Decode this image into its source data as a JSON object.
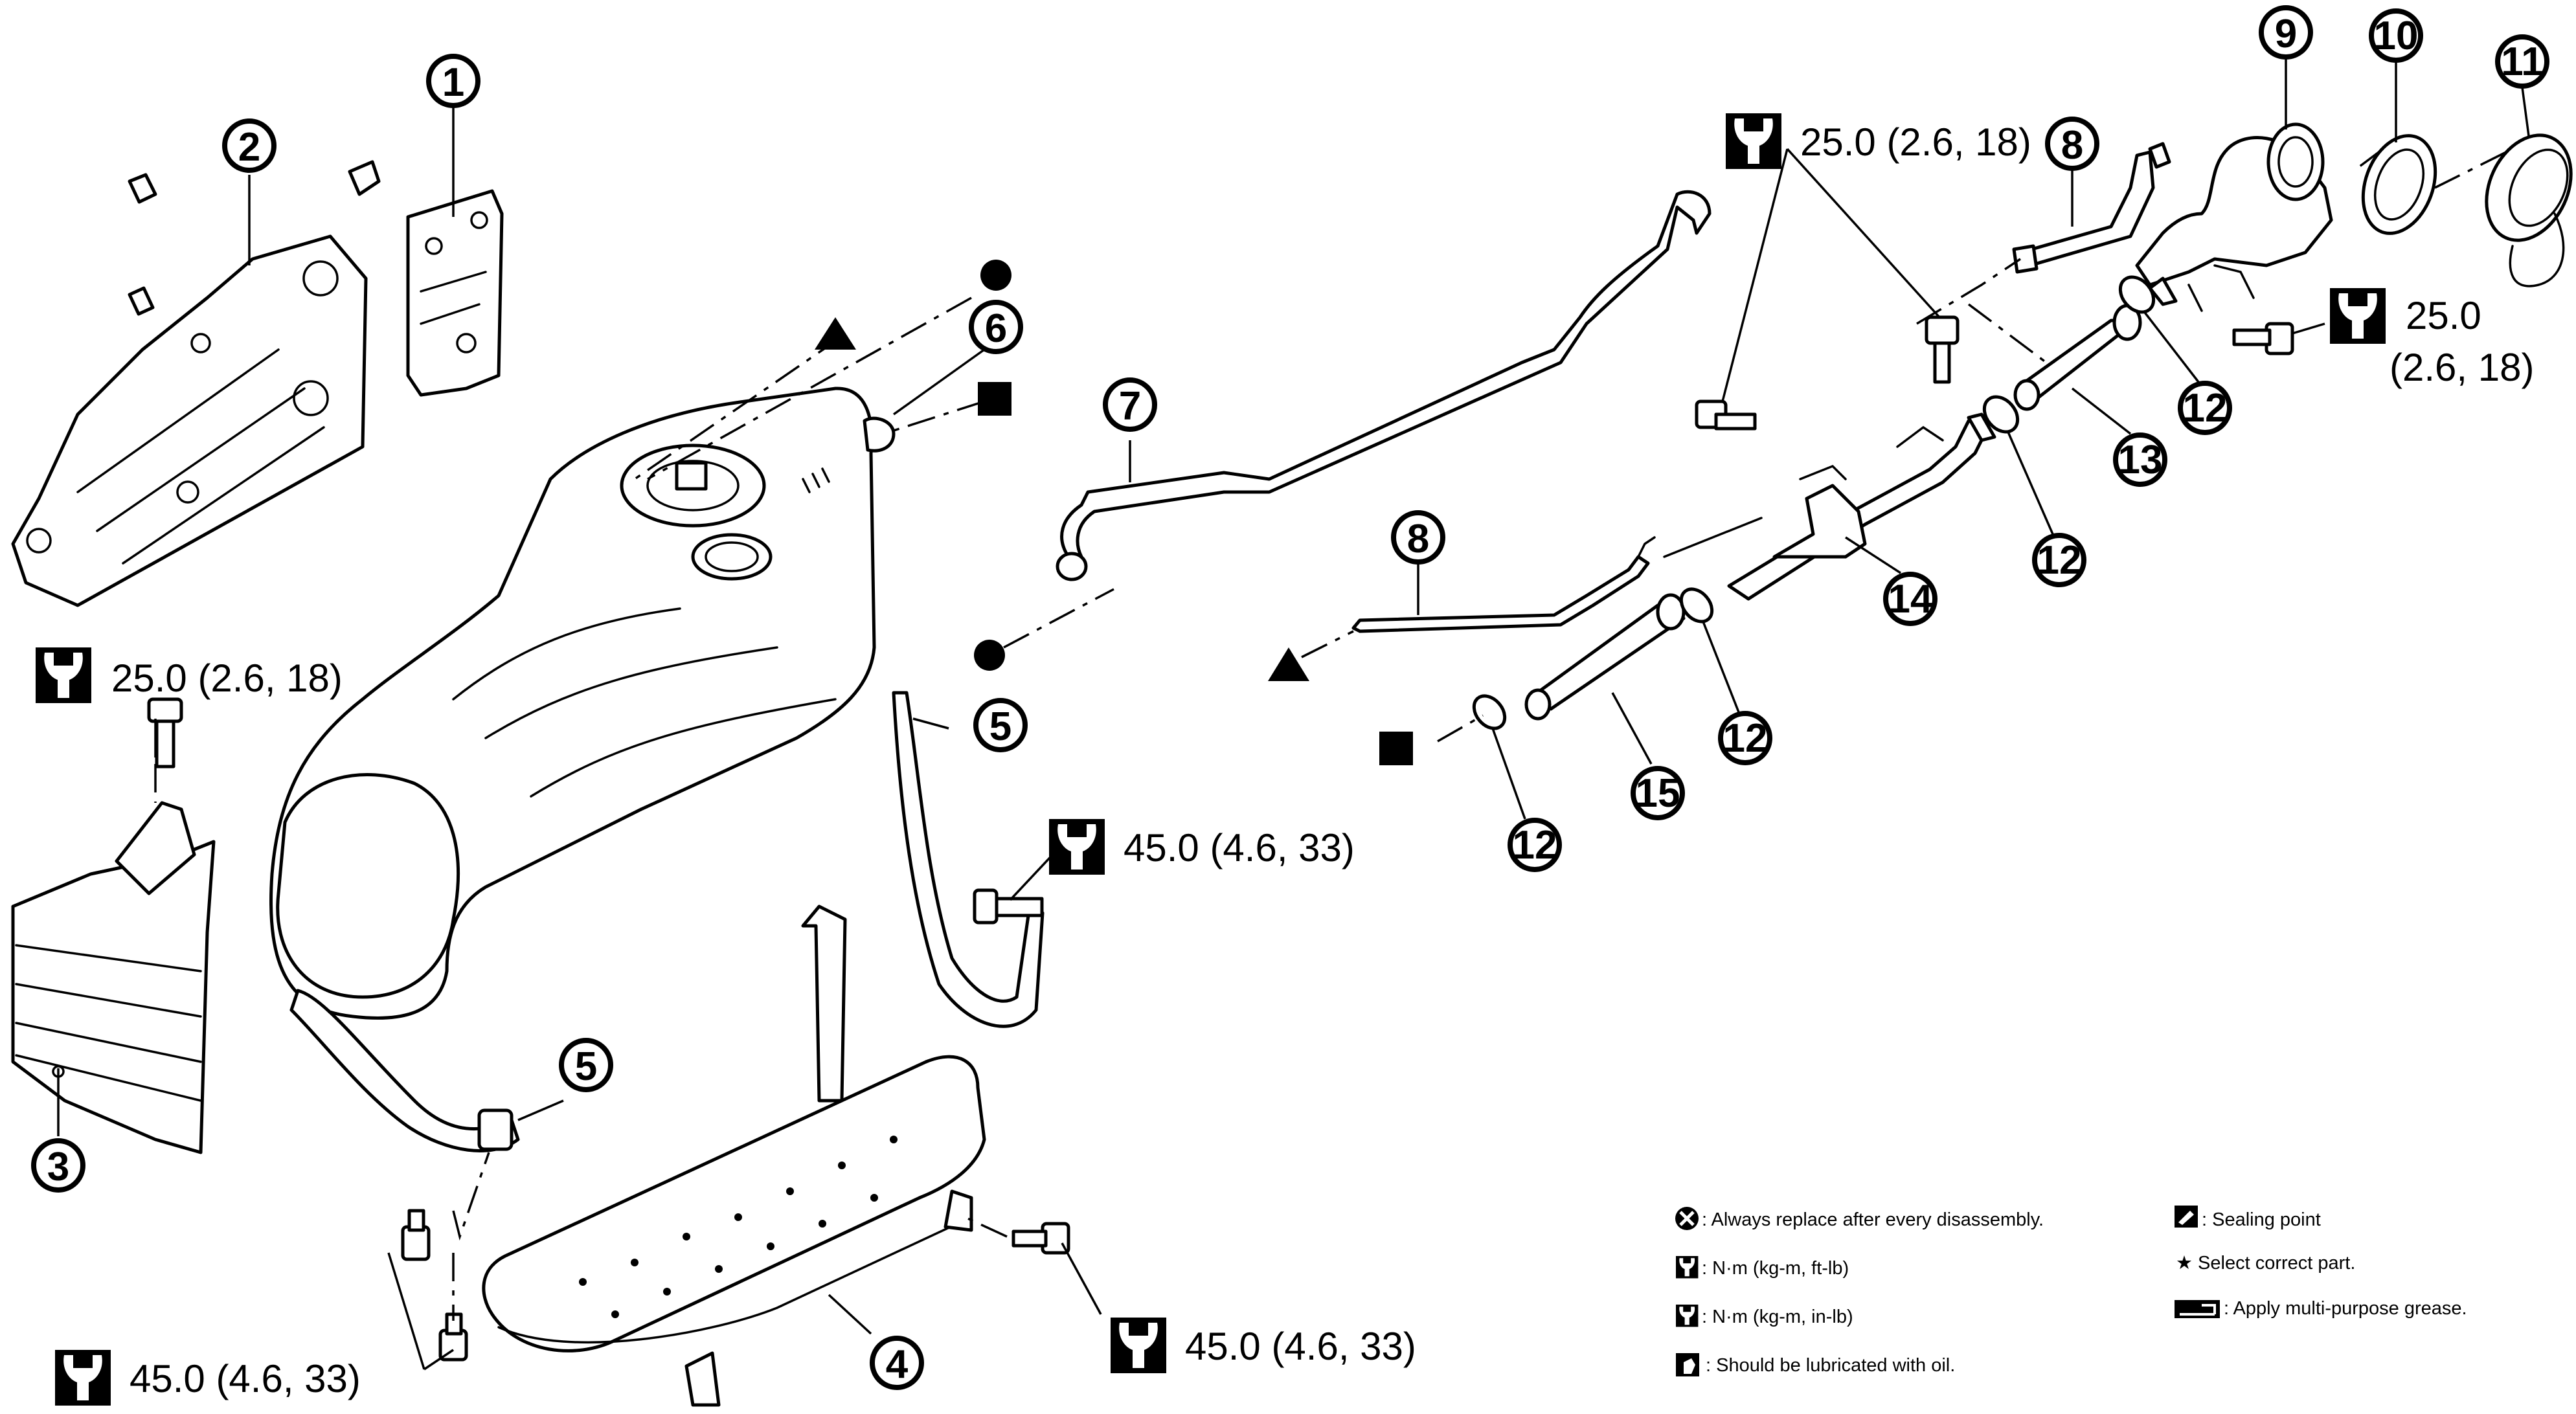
{
  "callouts": {
    "c1": "1",
    "c2": "2",
    "c3": "3",
    "c4": "4",
    "c5a": "5",
    "c5b": "5",
    "c6": "6",
    "c7": "7",
    "c8a": "8",
    "c8b": "8",
    "c9": "9",
    "c10": "10",
    "c11": "11",
    "c12a": "12",
    "c12b": "12",
    "c12c": "12",
    "c12d": "12",
    "c13": "13",
    "c14": "14",
    "c15": "15"
  },
  "torque": {
    "t_upper_left": "25.0 (2.6, 18)",
    "t_upper_mid": "25.0 (2.6, 18)",
    "t_filler_line1": "25.0",
    "t_filler_line2": "(2.6, 18)",
    "t_strap": "45.0 (4.6, 33)",
    "t_bottom_left": "45.0 (4.6, 33)",
    "t_bottom_right": "45.0 (4.6, 33)"
  },
  "legend": {
    "replace": ": Always replace after every disassembly.",
    "nm_ft": ": N·m (kg-m, ft-lb)",
    "nm_in": ": N·m (kg-m, in-lb)",
    "oil": ": Should be lubricated with oil.",
    "sealing": ": Sealing point",
    "select": "★ Select correct part.",
    "grease": ": Apply multi-purpose grease."
  },
  "icons": [
    "wrench-torque-icon",
    "circle-marker-icon",
    "triangle-marker-icon",
    "square-marker-icon",
    "replace-x-icon",
    "oil-can-icon",
    "sealing-icon",
    "grease-icon"
  ]
}
